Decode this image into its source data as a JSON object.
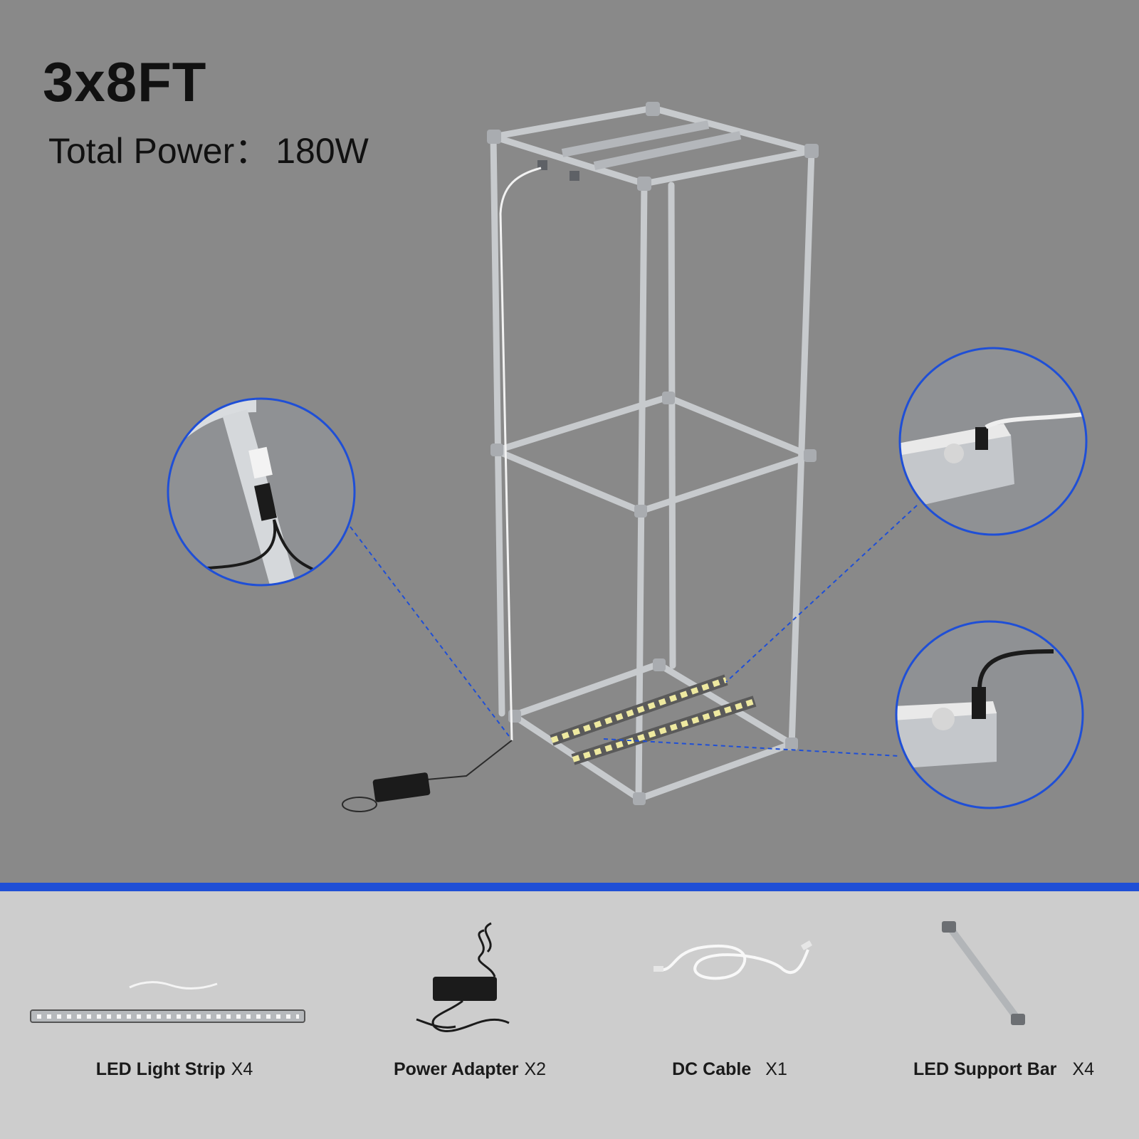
{
  "header": {
    "title": "3x8FT",
    "power_label": "Total Power：",
    "power_value": "180W"
  },
  "colors": {
    "accent_blue": "#1f4fd6",
    "background_top": "#898989",
    "background_bottom": "#cdcdcd",
    "frame_pipe": "#c9ccd0",
    "led_glow": "#f4f2b0"
  },
  "detail_callouts": [
    {
      "name": "connector-on-pole-closeup"
    },
    {
      "name": "strip-end-cable-closeup"
    },
    {
      "name": "strip-end-plug-closeup"
    }
  ],
  "accessories": [
    {
      "name": "LED Light Strip",
      "qty": "X4",
      "icon": "led-strip-icon"
    },
    {
      "name": "Power Adapter",
      "qty": "X2",
      "icon": "power-adapter-icon"
    },
    {
      "name": "DC Cable",
      "qty": "X1",
      "icon": "dc-cable-icon"
    },
    {
      "name": "LED Support Bar",
      "qty": "X4",
      "icon": "support-bar-icon"
    }
  ]
}
